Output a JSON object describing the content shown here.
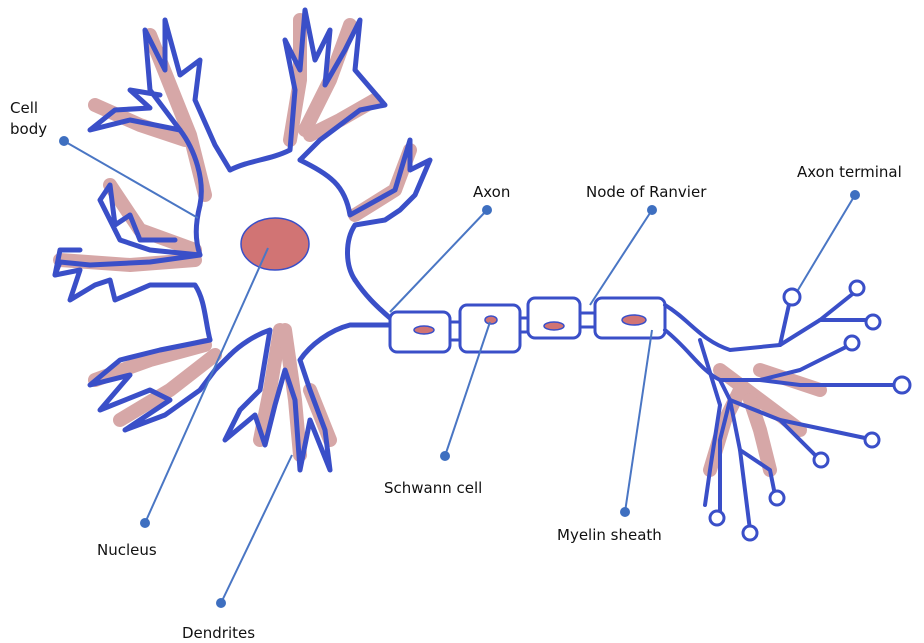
{
  "labels": {
    "cell_body_line1": "Cell",
    "cell_body_line2": "body",
    "axon": "Axon",
    "node_of_ranvier": "Node of Ranvier",
    "axon_terminal": "Axon terminal",
    "schwann_cell": "Schwann cell",
    "myelin_sheath": "Myelin sheath",
    "nucleus": "Nucleus",
    "dendrites": "Dendrites"
  },
  "colors": {
    "membrane": "#3a4fc8",
    "cytoplasm_pink": "#c98a8a",
    "nucleus_fill": "#d17474",
    "leader_line": "#4a76c4",
    "dot": "#3e6fc0",
    "text": "#111111"
  }
}
